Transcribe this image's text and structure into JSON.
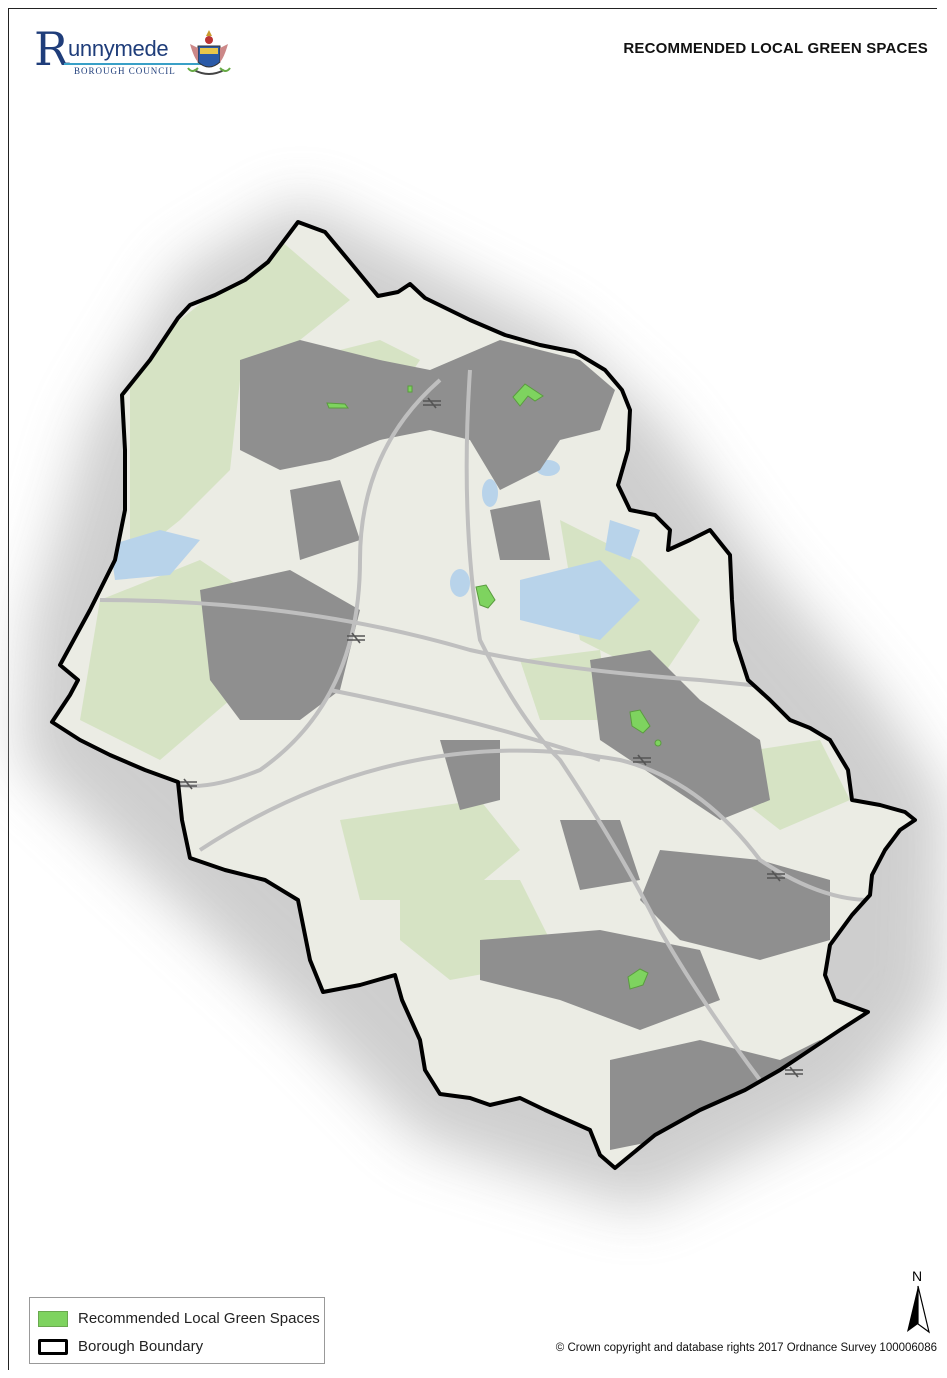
{
  "header": {
    "logo": {
      "text": "Runnymede",
      "subtext": "BOROUGH COUNCIL"
    },
    "title": "RECOMMENDED LOCAL GREEN SPACES"
  },
  "legend": {
    "items": [
      {
        "label": "Recommended Local Green Spaces",
        "color": "#7ed35f"
      },
      {
        "label": "Borough Boundary",
        "color": "#000000"
      }
    ]
  },
  "north_arrow": {
    "label": "N"
  },
  "copyright": "© Crown copyright and database rights 2017 Ordnance Survey 100006086",
  "colors": {
    "boundary": "#000000",
    "green_space": "#7ed35f",
    "urban": "#8f8f8f",
    "countryside": "#ebece4",
    "woodland": "#d6e3c4",
    "water": "#b8d3ea"
  }
}
